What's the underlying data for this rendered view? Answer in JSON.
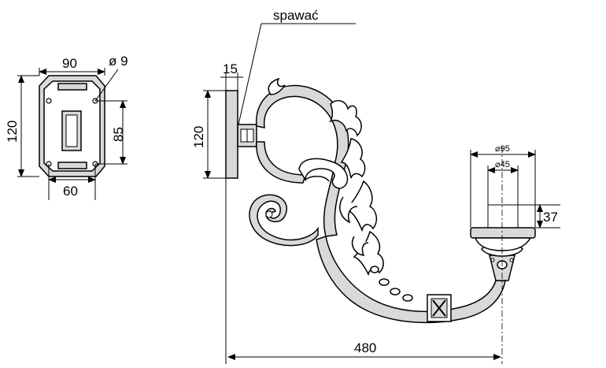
{
  "labels": {
    "weld": "spawać",
    "plate_width": "90",
    "hole_diameter": "ø 9",
    "plate_height": "120",
    "hole_spacing_v": "85",
    "hole_spacing_h": "60",
    "plate_thickness": "15",
    "side_height": "120",
    "outer_diameter": "⌀95",
    "inner_diameter": "⌀45",
    "socket_height": "37",
    "reach": "480"
  }
}
